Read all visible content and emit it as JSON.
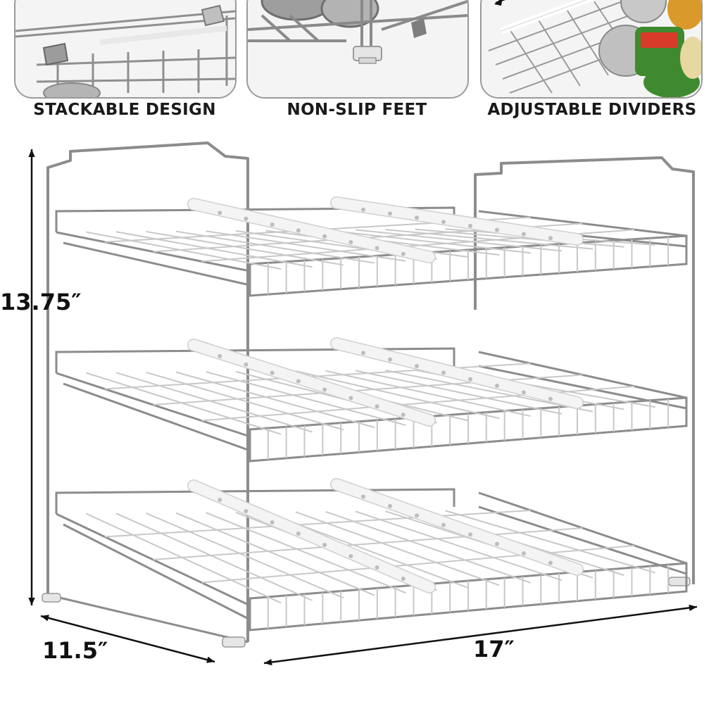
{
  "features": [
    {
      "label": "STACKABLE DESIGN",
      "icon": "stacked-shelf-closeup"
    },
    {
      "label": "NON-SLIP FEET",
      "icon": "rubber-foot-closeup"
    },
    {
      "label": "ADJUSTABLE DIVIDERS",
      "icon": "divider-and-cans-closeup"
    }
  ],
  "dimensions": {
    "height": "13.75″",
    "depth": "11.5″",
    "width": "17″"
  },
  "colors": {
    "chrome": "#8c8c8c",
    "chrome_light": "#c8c8c8",
    "divider": "#f4f4f4",
    "text": "#111111"
  }
}
